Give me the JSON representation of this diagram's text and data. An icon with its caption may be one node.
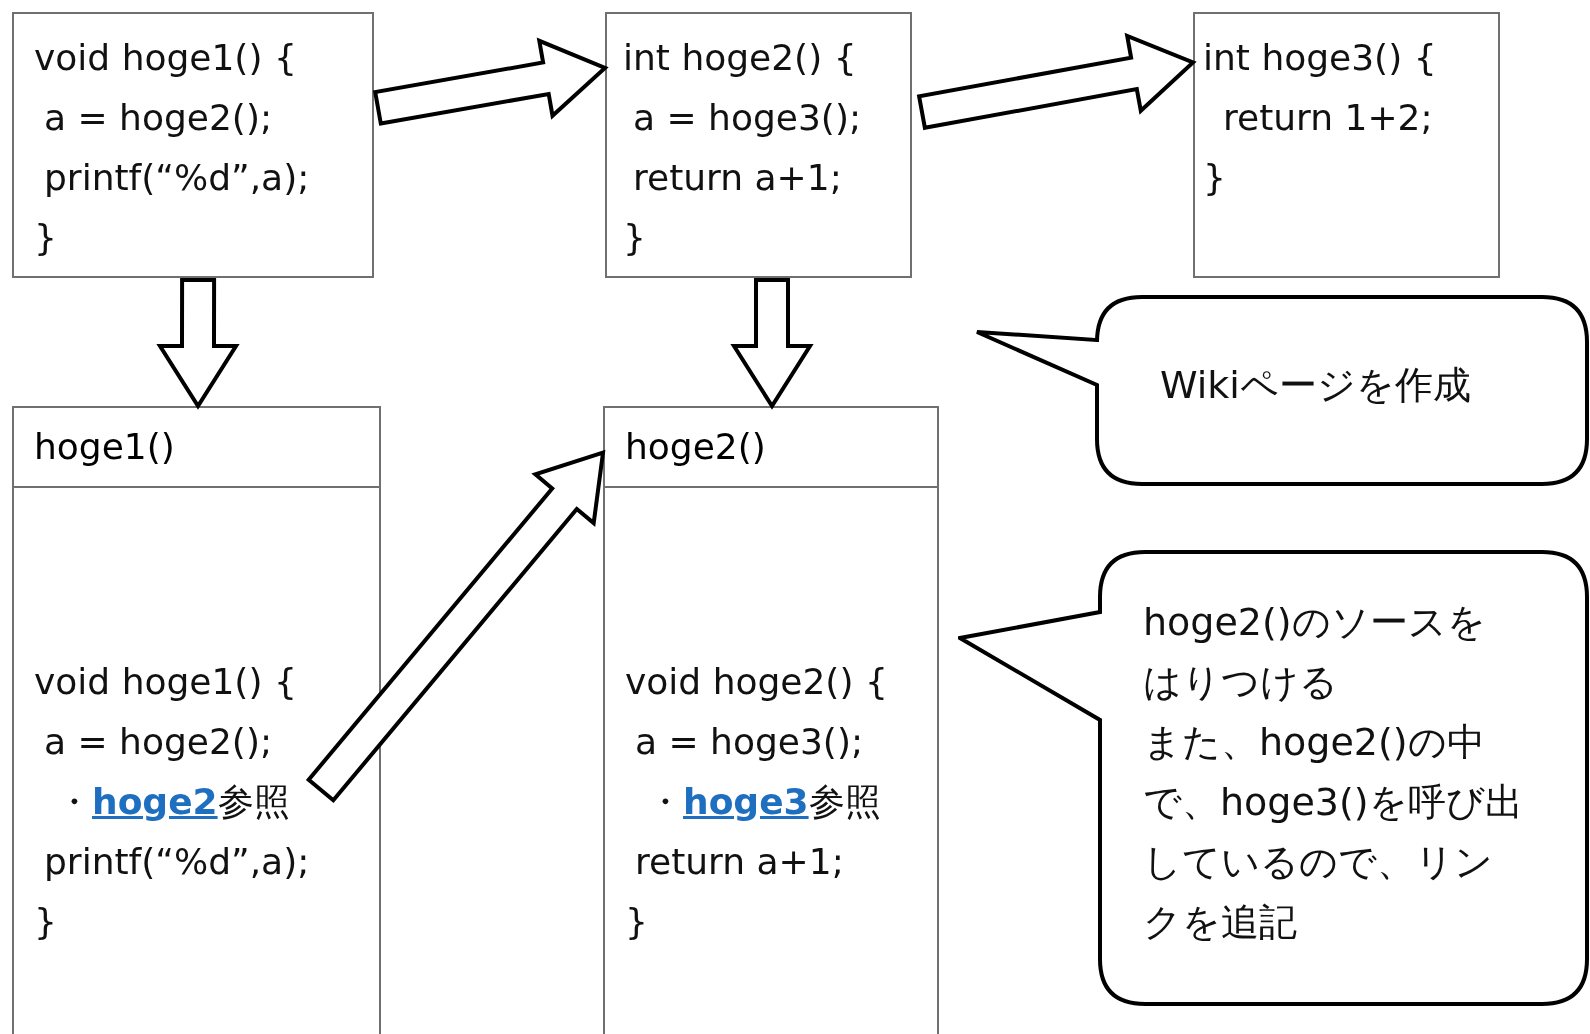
{
  "diagram": {
    "nodes": [
      {
        "text": [
          "void hoge1() {",
          "a = hoge2();",
          "printf(“%d”,a);",
          "}"
        ]
      },
      {
        "text": [
          "int hoge2() {",
          "a = hoge3();",
          "return a+1;",
          "}"
        ]
      },
      {
        "text": [
          "int hoge3() {",
          "return 1+2;",
          "}"
        ]
      },
      {
        "text": [
          "hoge1()",
          "void hoge1() {",
          "a = hoge2();",
          "・**hoge2**参照",
          "printf(“%d”,a);",
          "}"
        ]
      },
      {
        "text": [
          "hoge2()",
          "void hoge2() {",
          "a = hoge3();",
          "・**hoge3**参照",
          "return a+1;",
          "}"
        ]
      },
      {
        "text": [
          "Wikiページを作成"
        ]
      },
      {
        "text": [
          "hoge2()のソースをはりつける",
          "また、hoge2()の中で、hoge3()を呼び出しているので、リンクを追記"
        ]
      }
    ],
    "edges": [
      {
        "from": 0,
        "to": 1,
        "arrow": "to"
      },
      {
        "from": 1,
        "to": 2,
        "arrow": "to"
      },
      {
        "from": 0,
        "to": 3,
        "arrow": "to"
      },
      {
        "from": 1,
        "to": 4,
        "arrow": "to"
      },
      {
        "from": 3,
        "to": 4,
        "arrow": "to"
      }
    ]
  }
}
